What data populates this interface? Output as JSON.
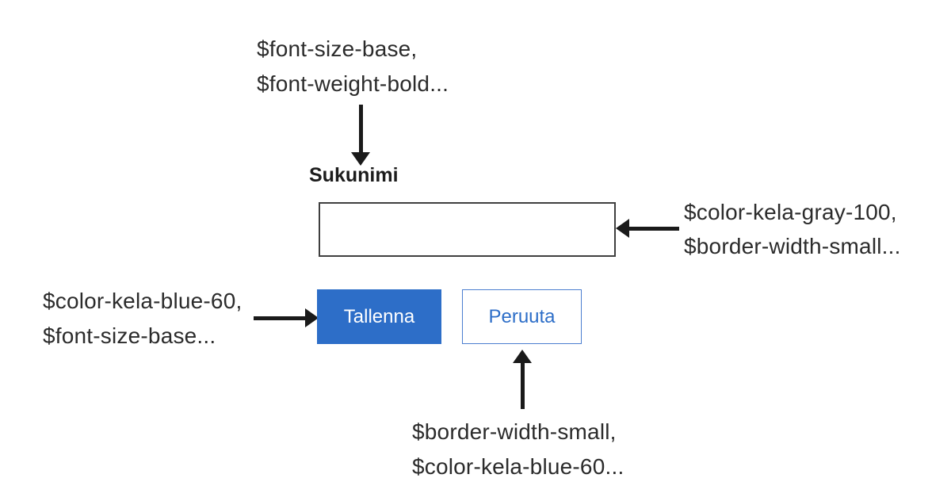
{
  "colors": {
    "kela_blue": "#2d6ec8",
    "annotation_text": "#2b2b2b",
    "label_text": "#1c1c1c",
    "input_border": "#3f3f3f",
    "arrow_black": "#1a1a1a",
    "button_text": "#ffffff",
    "background": "#ffffff"
  },
  "annotations": {
    "label_tokens": {
      "line1": "$font-size-base,",
      "line2": "$font-weight-bold..."
    },
    "input_tokens": {
      "line1": "$color-kela-gray-100,",
      "line2": "$border-width-small..."
    },
    "primary_button_tokens": {
      "line1": "$color-kela-blue-60,",
      "line2": "$font-size-base..."
    },
    "secondary_button_tokens": {
      "line1": "$border-width-small,",
      "line2": "$color-kela-blue-60..."
    }
  },
  "form": {
    "field_label": "Sukunimi",
    "input_value": "",
    "input_placeholder": "",
    "save_button_label": "Tallenna",
    "cancel_button_label": "Peruuta"
  },
  "arrows": [
    {
      "name": "arrow-down-icon",
      "direction": "down",
      "points_at": "field-label"
    },
    {
      "name": "arrow-left-icon",
      "direction": "left",
      "points_at": "lastname-input"
    },
    {
      "name": "arrow-right-icon",
      "direction": "right",
      "points_at": "save-button"
    },
    {
      "name": "arrow-up-icon",
      "direction": "up",
      "points_at": "cancel-button"
    }
  ]
}
